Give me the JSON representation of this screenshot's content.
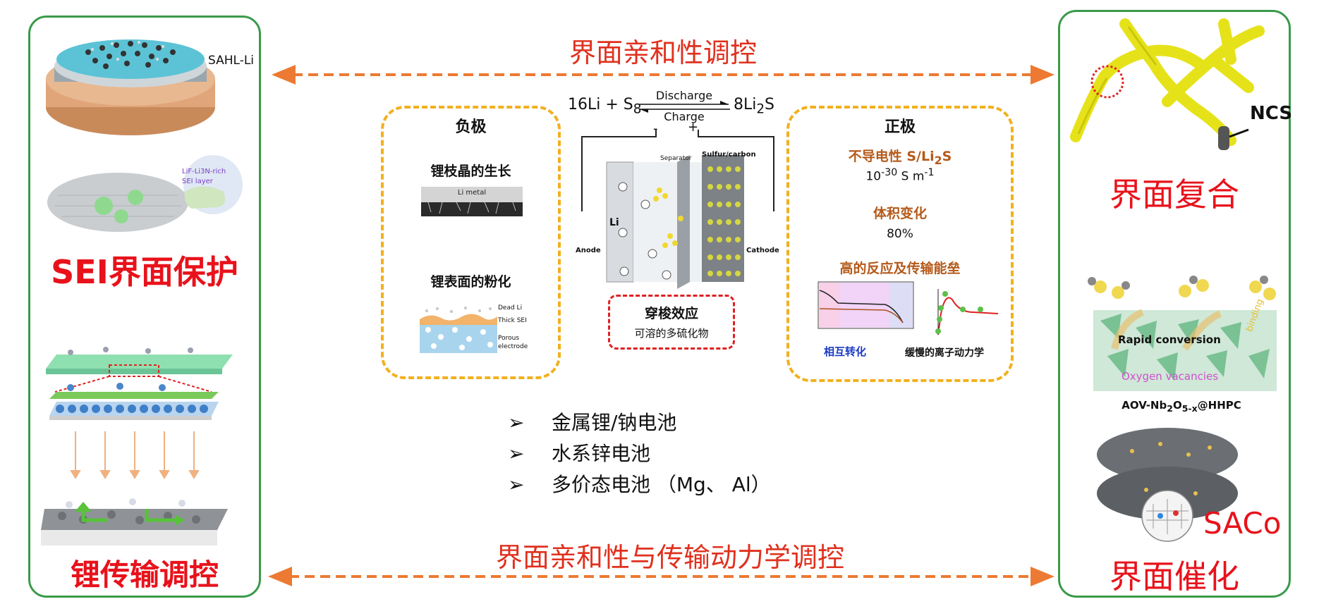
{
  "top_arrow": {
    "label": "界面亲和性调控"
  },
  "bottom_arrow": {
    "label": "界面亲和性与传输动力学调控"
  },
  "left_panel": {
    "sahl_label": "SAHL-Li",
    "lif_label_1": "LiF-Li3N-rich",
    "lif_label_2": "SEI layer",
    "sei_title": "SEI界面保护",
    "li_title": "锂传输调控"
  },
  "right_panel": {
    "ncs_label": "NCS",
    "composite_title": "界面复合",
    "rapid_label": "Rapid conversion",
    "oxygen_label": "Oxygen vacancies",
    "binding_label": "binding",
    "aov_label": "AOV-Nb2O5-x@HHPC",
    "saco_label": "SACo",
    "catalysis_title": "界面催化"
  },
  "equation": {
    "left": "16Li + S",
    "left_sub": "8",
    "top": "Discharge",
    "bottom": "Charge",
    "right": "8Li",
    "right_sub": "2",
    "right_tail": "S"
  },
  "cell": {
    "minus": "-",
    "plus": "+",
    "separator": "Separator",
    "sulfur_carbon": "Sulfur/carbon",
    "li": "Li",
    "anode": "Anode",
    "cathode": "Cathode"
  },
  "anode_box": {
    "title": "负极",
    "item1": "锂枝晶的生长",
    "li_metal": "Li metal",
    "item2": "锂表面的粉化",
    "dead_li": "Dead Li",
    "thick_sei": "Thick SEI",
    "porous": "Porous",
    "electrode": "electrode"
  },
  "shuttle": {
    "title": "穿梭效应",
    "subtitle": "可溶的多硫化物"
  },
  "cathode_box": {
    "title": "正极",
    "item1": "不导电性 S/Li",
    "item1_sub": "2",
    "item1_tail": "S",
    "cond_base": "10",
    "cond_exp": "-30",
    "cond_unit": " S m",
    "cond_unit_exp": "-1",
    "item2": "体积变化",
    "volume": "80%",
    "item3": "高的反应及传输能垒",
    "conversion": "相互转化",
    "kinetics": "缓慢的离子动力学"
  },
  "bullets": [
    "金属锂/钠电池",
    "水系锌电池",
    "多价态电池 （Mg、 Al）"
  ],
  "colors": {
    "panel_border": "#3a9a4a",
    "arrow": "#ec7a32",
    "title_red": "#e8121b",
    "dash_yellow": "#f2b01e",
    "brown_text": "#b55a1a",
    "blue_text": "#1a3bc4"
  }
}
